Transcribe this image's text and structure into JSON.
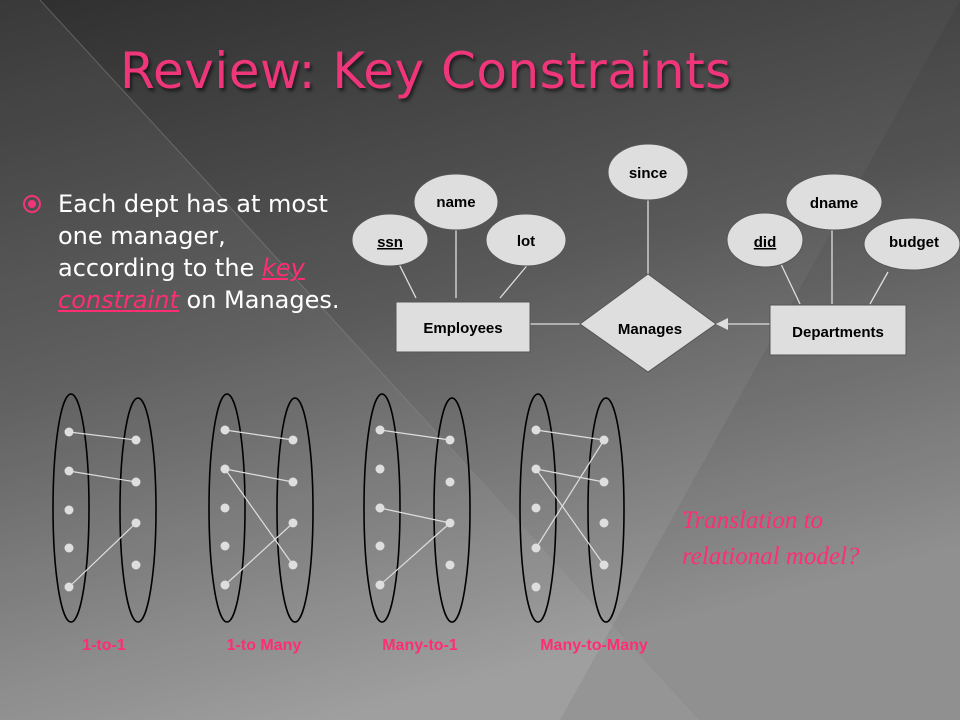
{
  "slide": {
    "title": "Review: Key Constraints",
    "bullet": {
      "before": "Each dept has at most one manager, according to the ",
      "link": "key constraint",
      "after": " on Manages."
    },
    "translation_note": "Translation to relational model?"
  },
  "er_diagram": {
    "entities": [
      "Employees",
      "Departments"
    ],
    "relationship": "Manages",
    "attributes": {
      "employees": [
        "ssn",
        "name",
        "lot"
      ],
      "manages": [
        "since"
      ],
      "departments": [
        "did",
        "dname",
        "budget"
      ]
    },
    "key_attributes": [
      "ssn",
      "did"
    ]
  },
  "mapping_examples": [
    {
      "label": "1-to-1"
    },
    {
      "label": "1-to Many"
    },
    {
      "label": "Many-to-1"
    },
    {
      "label": "Many-to-Many"
    }
  ],
  "colors": {
    "title": "#f0367a",
    "accent": "#ff2d72",
    "shape_fill": "#dedede",
    "background_dark": "#3a3a3a",
    "background_light": "#9a9a9a"
  }
}
